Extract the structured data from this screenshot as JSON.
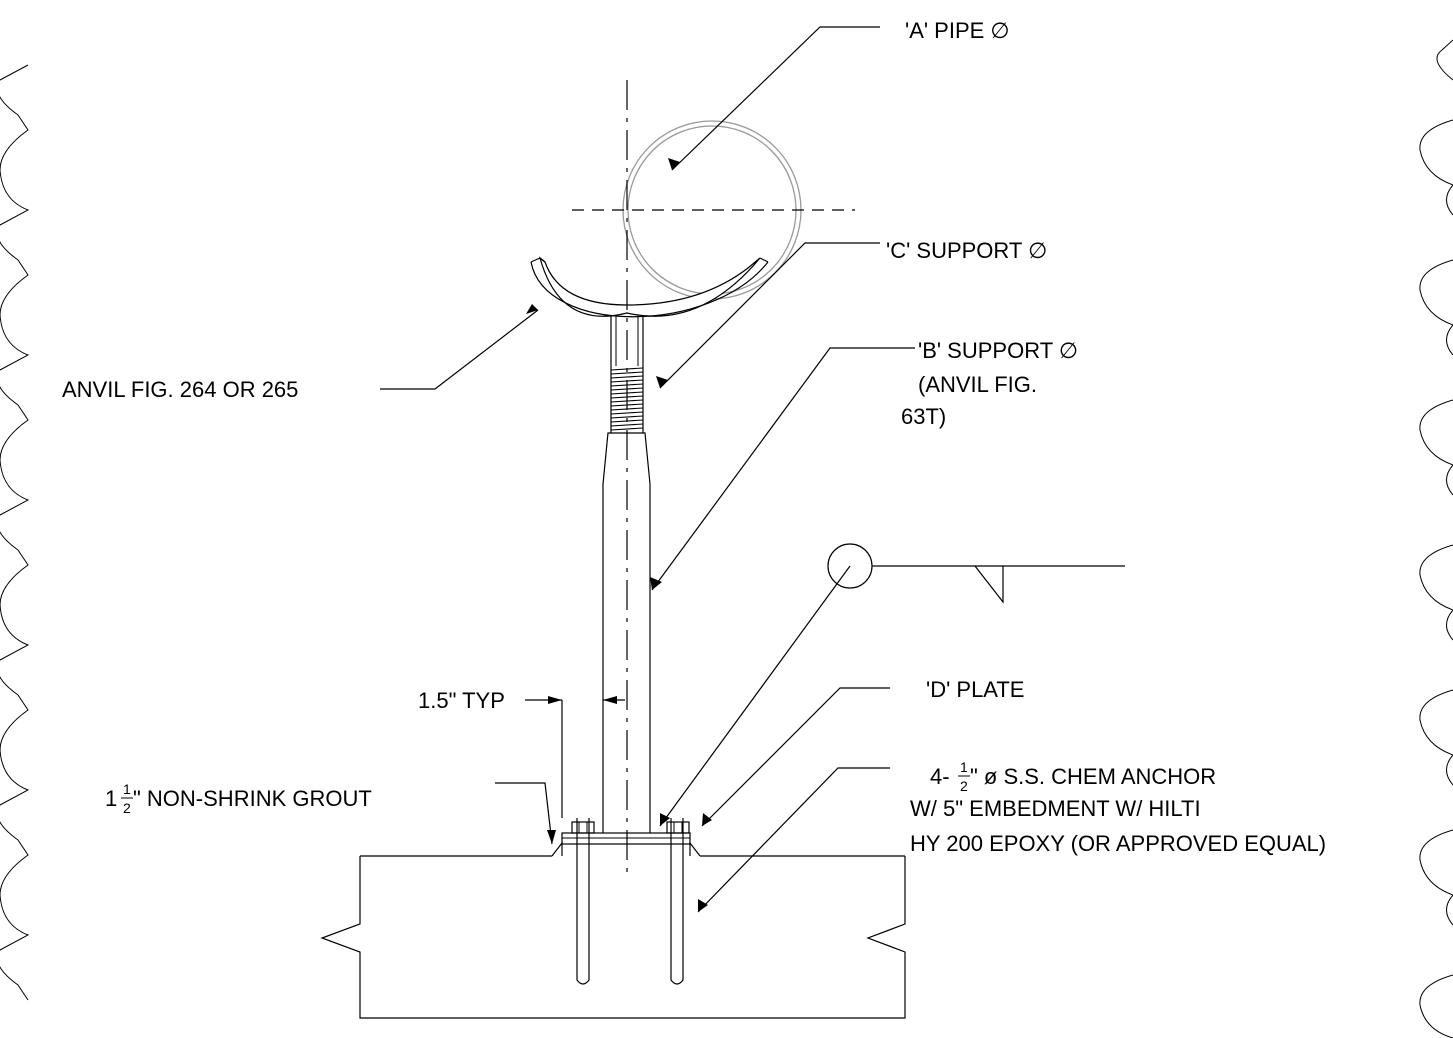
{
  "labels": {
    "pipe": "'A' PIPE ∅",
    "support_c": "'C' SUPPORT ∅",
    "support_b_line1": "'B' SUPPORT ∅",
    "support_b_line2": "(ANVIL FIG.",
    "support_b_line3": "63T)",
    "anvil": "ANVIL FIG.  264 OR 265",
    "typ": "1.5\" TYP",
    "plate": "'D' PLATE",
    "grout_whole": "1",
    "grout_num": "1",
    "grout_den": "2",
    "grout_text": "\" NON-SHRINK GROUT",
    "anchor_prefix": "4-",
    "anchor_num": "1",
    "anchor_den": "2",
    "anchor_text": "\" ø S.S. CHEM ANCHOR",
    "anchor_line2": "W/ 5\" EMBEDMENT W/ HILTI",
    "anchor_line3": "HY 200 EPOXY (OR APPROVED EQUAL)"
  }
}
